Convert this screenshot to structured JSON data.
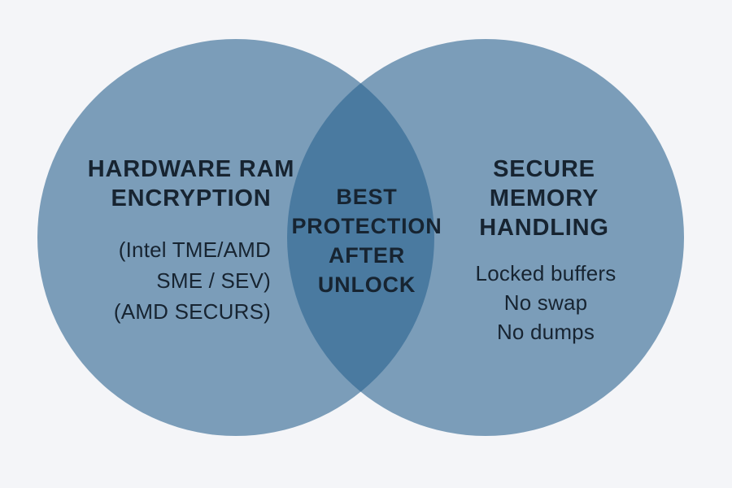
{
  "colors": {
    "background": "#f4f5f8",
    "circle_fill": "#2a628f",
    "circle_opacity": "0.6",
    "text": "#172431"
  },
  "venn": {
    "left": {
      "title_lines": [
        "HARDWARE RAM",
        "ENCRYPTION"
      ],
      "subtitle_lines": [
        "(Intel TME/AMD",
        "SME / SEV)",
        "(AMD SECURS)"
      ]
    },
    "center": {
      "label_lines": [
        "BEST",
        "PROTECTION",
        "AFTER",
        "UNLOCK"
      ]
    },
    "right": {
      "title_lines": [
        "SECURE",
        "MEMORY",
        "HANDLING"
      ],
      "items": [
        "Locked buffers",
        "No swap",
        "No dumps"
      ]
    }
  }
}
